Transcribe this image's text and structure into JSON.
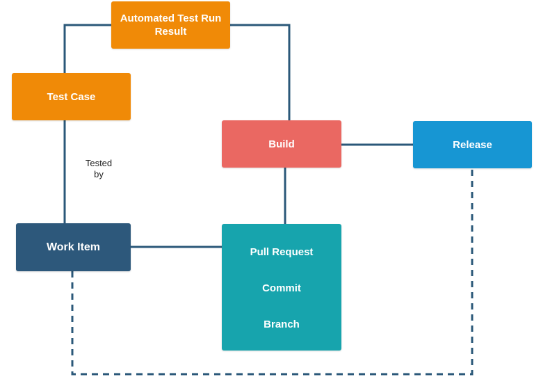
{
  "colors": {
    "orange": "#f08a07",
    "build_red": "#ea6862",
    "release_blue": "#1796d3",
    "work_item_navy": "#2d587b",
    "teal": "#17a4ad",
    "connector": "#2b5879"
  },
  "nodes": {
    "automated_test_run_result": {
      "line1": "Automated Test Run",
      "line2": "Result"
    },
    "test_case": {
      "label": "Test Case"
    },
    "build": {
      "label": "Build"
    },
    "release": {
      "label": "Release"
    },
    "work_item": {
      "label": "Work Item"
    },
    "source_stack": {
      "items": [
        "Pull Request",
        "Commit",
        "Branch"
      ]
    }
  },
  "edges": {
    "tested_by": {
      "line1": "Tested",
      "line2": "by"
    }
  }
}
